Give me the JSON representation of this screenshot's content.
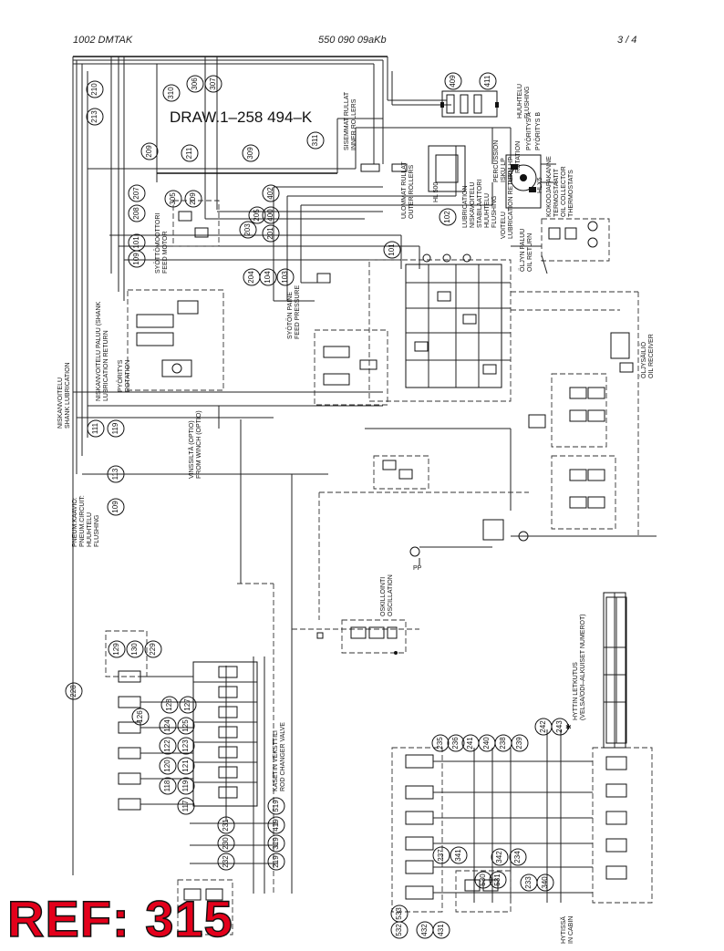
{
  "header": {
    "left": "1002   DMTAK",
    "center": "550 090 09aKb",
    "right": "3  /  4"
  },
  "drawing_title": "DRAW.1–258 494–K",
  "labels": {
    "sisemmat_rullat": "SISEMMAT RULLAT",
    "inner_rollers": "INNER ROLLERS",
    "huuhtelu_flushing_a": "HUUHTELU",
    "huuhtelu_flushing_b": "FLUSHING",
    "ulommat_rullat": "ULOMMAT RULLAT",
    "outer_rollers": "OUTER ROLLERS",
    "hl500": "HL 500",
    "percussion": "PERCUSSION",
    "iskulp": "ISKU LP",
    "iskuhp": "ISKU HP",
    "rotation": "ROTATION",
    "pyoritys_b": "PYÖRITYS B",
    "pyoritys_a": "PYÖRITYS A",
    "lubrication_a": "LUBRICATION",
    "niskavoitelu": "NISKAVOITELU",
    "stabilaattori": "STABILAATTORI",
    "huuhtelu": "HUUHTELU",
    "flushing": "FLUSHING",
    "voitelu": "VOITELU",
    "lubrication_return": "LUBRICATION RETURN",
    "hlx5": "HLX5",
    "kokooja_pakanne": "KOKOOJAPAKANNE",
    "termostaatit": "TERMOSTAATIT",
    "oil_collector": "OIL COLLECTOR",
    "thermostats": "THERMOSTATS",
    "oljyn_paluu": "ÖLJYN PALUU",
    "oil_return": "OIL RETURN",
    "syottomoottori": "SYÖTTÖMOOTTORI",
    "feed_motor": "FEED MOTOR",
    "syoton_paine": "SYÖTÖN PAINE",
    "feed_pressure": "FEED PRESSURE",
    "niskanvoitelu": "NISKANVOITELU",
    "shank_lubrication": "SHANK LUBRICATION",
    "niskanvoitelu_paluu": "NISKANVOITELU PALUU (SHANK",
    "lubrication_return_b": "LUBRICATION RETURN",
    "pyoritys": "PYÖRITYS",
    "rotation_b": "ROTATION",
    "vinssilta": "VINSSILTÄ (OPTIO)",
    "from_winch": "FROM WINCH (OPTIO)",
    "pneum_kaavio": "PNEUM.KAAVIO:",
    "pneum_circuit": "PNEUM.CIRCUIT:",
    "huuhtelu_c": "HUUHTELU",
    "flushing_c": "FLUSHING",
    "oljysailio": "ÖLJYSÄILIÖ",
    "oil_receiver": "OIL RECEIVER",
    "oskillointi": "OSKILLOINTI",
    "oscillation": "OSCILLATION",
    "kasetin_vaihtaja": "KASETIN VEKSTTILI",
    "rod_changer_valve": "ROD CHANGER VALVE",
    "hyttin_letkut": "HYTTIN LETKUTUS",
    "hose_numbers": "(VELSA/ODI–ALKUISET NUMEROT)",
    "hytissa": "HYTISSÄ",
    "in_cabin": "IN CABIN",
    "pp": "PP",
    "ref": "REF: 315"
  },
  "callouts_top": [
    "210",
    "213",
    "310",
    "306",
    "307",
    "209",
    "207",
    "208",
    "211",
    "309",
    "311",
    "409",
    "411",
    "305",
    "209",
    "101",
    "109",
    "402",
    "203",
    "205",
    "400",
    "201",
    "102",
    "204",
    "104",
    "103",
    "101",
    "119",
    "113",
    "111",
    "109"
  ],
  "callouts_bottom": [
    "228",
    "129",
    "130",
    "128",
    "127",
    "126",
    "125",
    "124",
    "123",
    "122",
    "121",
    "120",
    "119",
    "118",
    "117",
    "229",
    "230",
    "231",
    "232",
    "233",
    "234",
    "235",
    "236",
    "237",
    "238",
    "239",
    "240",
    "241",
    "242",
    "243",
    "340",
    "341",
    "342",
    "431",
    "432",
    "530",
    "531",
    "532",
    "533",
    "219",
    "319",
    "419",
    "519"
  ],
  "colors": {
    "ink": "#111111",
    "ref_red": "#e3001b",
    "paper": "#ffffff"
  }
}
